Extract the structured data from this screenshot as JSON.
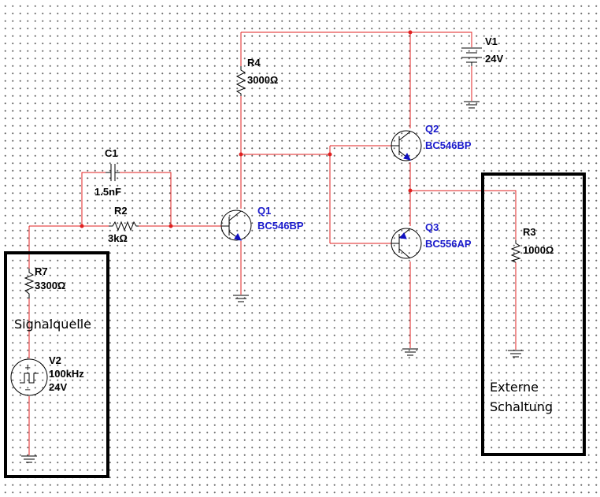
{
  "components": {
    "V1": {
      "name": "V1",
      "value": "24V"
    },
    "V2": {
      "name": "V2",
      "freq": "100kHz",
      "amp": "24V"
    },
    "R2": {
      "name": "R2",
      "value": "3kΩ"
    },
    "R3": {
      "name": "R3",
      "value": "1000Ω"
    },
    "R4": {
      "name": "R4",
      "value": "3000Ω"
    },
    "R7": {
      "name": "R7",
      "value": "3300Ω"
    },
    "C1": {
      "name": "C1",
      "value": "1.5nF"
    },
    "Q1": {
      "name": "Q1",
      "model": "BC546BP"
    },
    "Q2": {
      "name": "Q2",
      "model": "BC546BP"
    },
    "Q3": {
      "name": "Q3",
      "model": "BC556AP"
    }
  },
  "annotations": {
    "source_box": "Signalquelle",
    "external_box_line1": "Externe",
    "external_box_line2": "Schaltung"
  },
  "colors": {
    "wire": "#e02020",
    "component": "#000000",
    "transistor_label": "#1a1acc"
  }
}
